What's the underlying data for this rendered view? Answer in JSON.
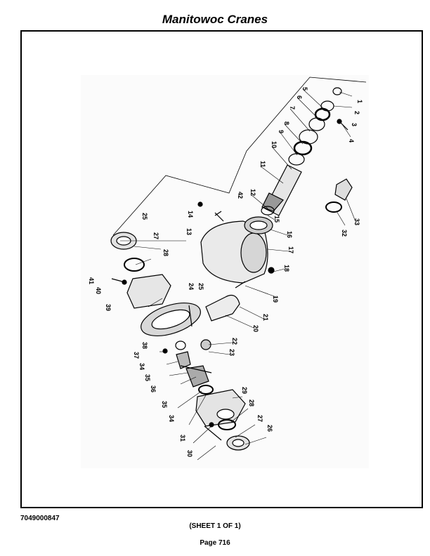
{
  "header": {
    "title": "Manitowoc Cranes"
  },
  "diagram": {
    "callouts": [
      "1",
      "2",
      "3",
      "4",
      "5",
      "6",
      "7",
      "8",
      "9",
      "10",
      "11",
      "12",
      "13",
      "14",
      "15",
      "16",
      "17",
      "18",
      "19",
      "20",
      "21",
      "22",
      "23",
      "24",
      "25",
      "26",
      "27",
      "28",
      "29",
      "30",
      "31",
      "32",
      "33",
      "34",
      "35",
      "36",
      "37",
      "38",
      "39",
      "40",
      "41",
      "42"
    ]
  },
  "footer": {
    "doc_number": "7049000847",
    "sheet": "(SHEET 1 OF 1)",
    "page": "Page 716"
  }
}
